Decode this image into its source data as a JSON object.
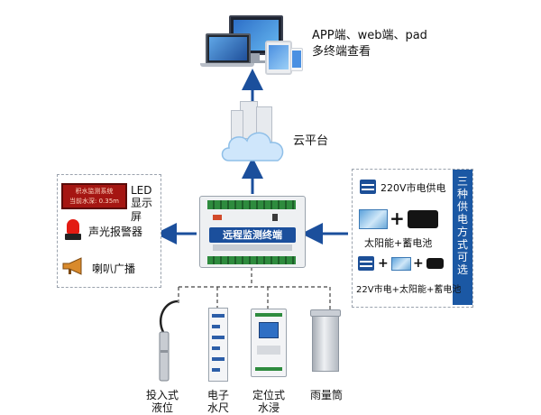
{
  "terminals": {
    "line1": "APP端、web端、pad",
    "line2": "多终端查看"
  },
  "cloud": {
    "label": "云平台"
  },
  "outputs": {
    "led_screen": {
      "line1": "积水监测系统",
      "line2": "当前水深: 0.35m",
      "label_line1": "LED",
      "label_line2": "显示屏"
    },
    "alarm": {
      "label": "声光报警器"
    },
    "horn": {
      "label": "喇叭广播"
    }
  },
  "power": {
    "title_chars": [
      "三",
      "种",
      "供",
      "电",
      "方",
      "式",
      "可",
      "选"
    ],
    "option1": "220V市电供电",
    "option2": "太阳能+蓄电池",
    "option3": "22V市电+太阳能+蓄电池",
    "plus": "+"
  },
  "controller": {
    "brand": "远程监测终端"
  },
  "sensors": [
    {
      "line1": "投入式",
      "line2": "液位"
    },
    {
      "line1": "电子",
      "line2": "水尺"
    },
    {
      "line1": "定位式",
      "line2": "水浸"
    },
    {
      "line1": "雨量筒",
      "line2": ""
    }
  ],
  "colors": {
    "arrow": "#1b4f9c",
    "title_bg": "#1b58a4",
    "led_bg": "#a51612"
  }
}
